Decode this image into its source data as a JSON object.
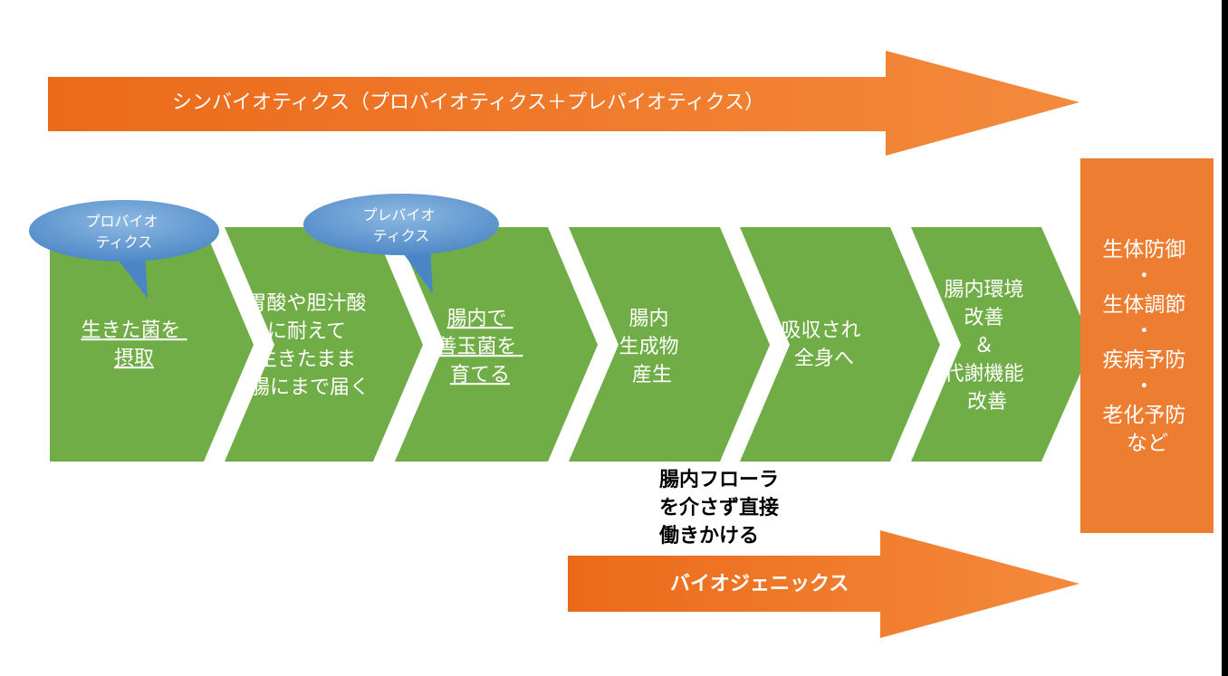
{
  "synbiotics_banner": {
    "label": "シンバイオティクス（プロバイオティクス＋プレバイオティクス）"
  },
  "biogenics_banner": {
    "label": "バイオジェニックス"
  },
  "steps": [
    {
      "lines": [
        "生きた菌を",
        "摂取"
      ],
      "underline": true
    },
    {
      "lines": [
        "胃酸や胆汁酸",
        "に耐えて",
        "生きたまま",
        "腸にまで届く"
      ],
      "underline": false
    },
    {
      "lines": [
        "腸内で",
        "善玉菌を",
        "育てる"
      ],
      "underline": true
    },
    {
      "lines": [
        "腸内",
        "生成物",
        "産生"
      ],
      "underline": false
    },
    {
      "lines": [
        "吸収され",
        "全身へ"
      ],
      "underline": false
    },
    {
      "lines": [
        "腸内環境",
        "改善",
        "＆",
        "代謝機能",
        "改善"
      ],
      "underline": false
    }
  ],
  "bubbles": [
    {
      "lines": [
        "プロバイオ",
        "ティクス"
      ]
    },
    {
      "lines": [
        "プレバイオ",
        "ティクス"
      ]
    }
  ],
  "note": {
    "lines": [
      "腸内フローラ",
      "を介さず直接",
      "働きかける"
    ]
  },
  "outcome": {
    "lines": [
      "生体防御",
      "・",
      "生体調節",
      "・",
      "疾病予防",
      "・",
      "老化予防",
      "など"
    ]
  },
  "colors": {
    "step_green": "#70AD47",
    "banner_orange": "#F07E2E",
    "outcome_orange": "#ED7D31",
    "bubble_blue": "#5B9BD5"
  }
}
